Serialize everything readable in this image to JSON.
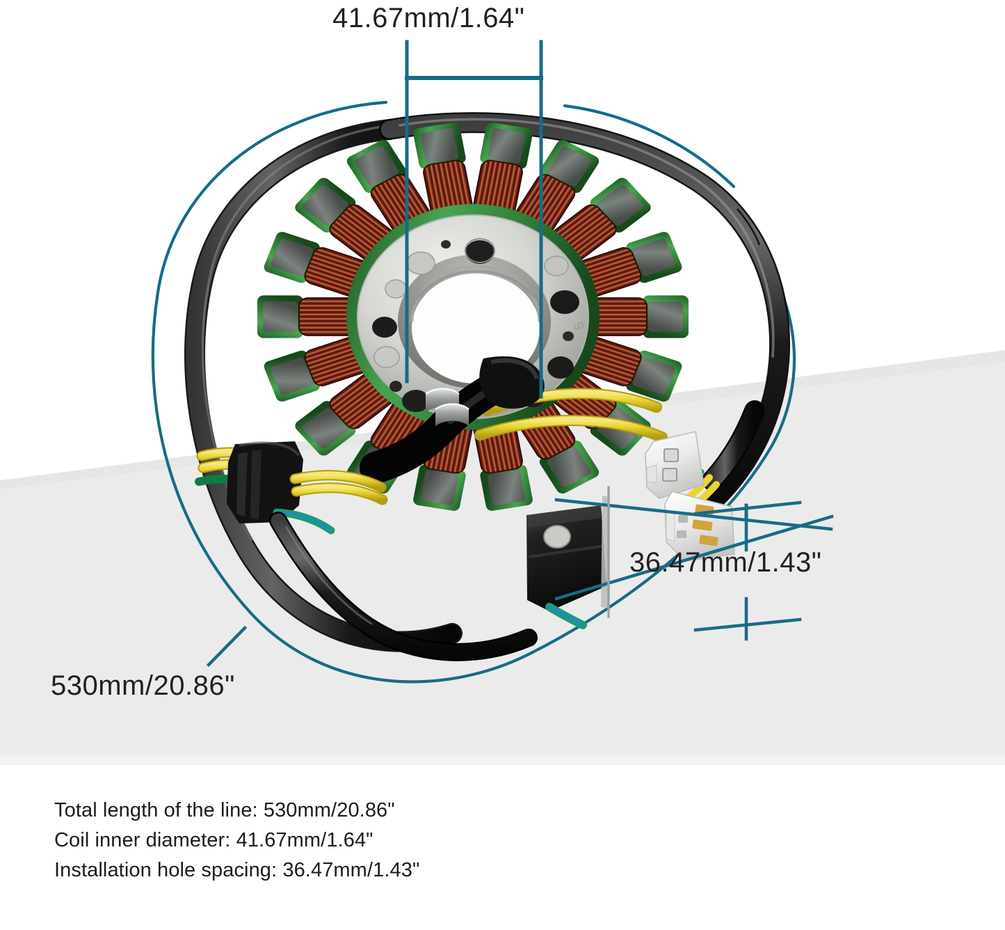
{
  "product": {
    "name": "motorcycle-stator-coil-assembly",
    "description": "Magneto stator with 18 copper-wound poles, wiring harness, pickup coil and white connectors"
  },
  "dimensions": {
    "coil_inner_diameter": {
      "label": "41.67mm/1.64\"",
      "position": "top",
      "name": "coil-inner-diameter-dimension"
    },
    "total_line_length": {
      "label": "530mm/20.86\"",
      "position": "bottom-left",
      "name": "total-line-length-dimension"
    },
    "installation_hole_spacing": {
      "label": "36.47mm/1.43\"",
      "position": "right",
      "name": "installation-hole-spacing-dimension"
    }
  },
  "specs": {
    "lines": [
      "Total length of the line: 530mm/20.86\"",
      "Coil inner diameter: 41.67mm/1.64\"",
      "Installation hole spacing: 36.47mm/1.43\""
    ]
  },
  "colors": {
    "annotation_teal": "#186b87",
    "background_white": "#ffffff",
    "background_band": "#eaeaea",
    "copper_winding": "#7d2318",
    "copper_highlight": "#c8643c",
    "insulation_green": "#2f7a35",
    "insulation_green_light": "#49a451",
    "lamination_gray": "#6e7470",
    "hub_aluminum": "#d9dad6",
    "hub_aluminum_dark": "#9a9c98",
    "harness_black": "#131313",
    "wire_yellow": "#e8d431",
    "wire_green": "#17a05a",
    "wire_blue": "#2b6fc4",
    "connector_white": "#f2f2f0",
    "text_dark": "#231f20"
  },
  "stator": {
    "pole_count": 18,
    "hub_hole_count": 12,
    "components": [
      {
        "name": "copper-winding",
        "label": "copper winding"
      },
      {
        "name": "green-insulation-cap",
        "label": "green insulation cap"
      },
      {
        "name": "steel-lamination",
        "label": "steel lamination"
      },
      {
        "name": "aluminum-hub",
        "label": "aluminum hub"
      },
      {
        "name": "center-bore",
        "label": "center bore"
      }
    ]
  },
  "harness": {
    "parts": [
      {
        "name": "black-sheathed-cable",
        "label": "black sheathed cable loop"
      },
      {
        "name": "rubber-grommet",
        "label": "rubber grommet strain relief"
      },
      {
        "name": "yellow-wire",
        "label": "yellow wire"
      },
      {
        "name": "green-wire",
        "label": "green wire"
      },
      {
        "name": "blue-wire",
        "label": "blue wire"
      },
      {
        "name": "pickup-coil-sensor",
        "label": "pickup coil sensor"
      },
      {
        "name": "connector-3pin",
        "label": "3-pin white connector"
      },
      {
        "name": "connector-2pin",
        "label": "2-pin white connector"
      },
      {
        "name": "metal-clip",
        "label": "metal retaining clip"
      }
    ]
  }
}
